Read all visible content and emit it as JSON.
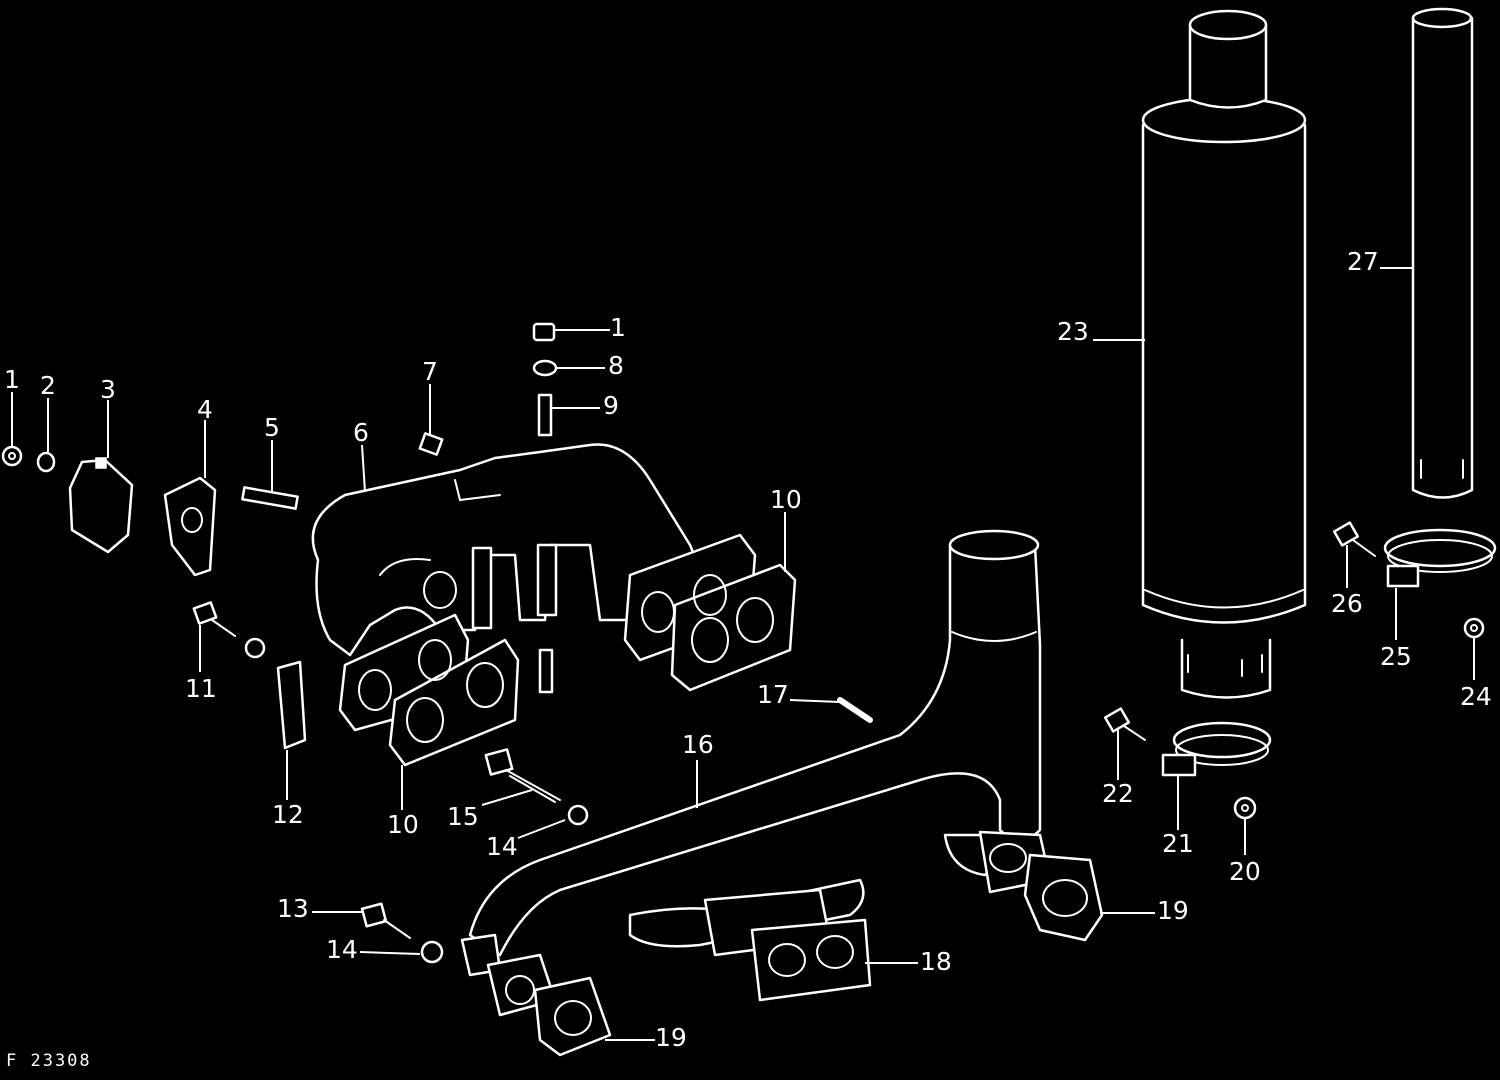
{
  "figure_ref": "F 23308",
  "callouts": [
    {
      "id": "c1a",
      "text": "1"
    },
    {
      "id": "c1b",
      "text": "1"
    },
    {
      "id": "c2",
      "text": "2"
    },
    {
      "id": "c3",
      "text": "3"
    },
    {
      "id": "c4",
      "text": "4"
    },
    {
      "id": "c5",
      "text": "5"
    },
    {
      "id": "c6",
      "text": "6"
    },
    {
      "id": "c7",
      "text": "7"
    },
    {
      "id": "c8",
      "text": "8"
    },
    {
      "id": "c9",
      "text": "9"
    },
    {
      "id": "c10a",
      "text": "10"
    },
    {
      "id": "c10b",
      "text": "10"
    },
    {
      "id": "c11",
      "text": "11"
    },
    {
      "id": "c12",
      "text": "12"
    },
    {
      "id": "c13",
      "text": "13"
    },
    {
      "id": "c14a",
      "text": "14"
    },
    {
      "id": "c14b",
      "text": "14"
    },
    {
      "id": "c15",
      "text": "15"
    },
    {
      "id": "c16",
      "text": "16"
    },
    {
      "id": "c17",
      "text": "17"
    },
    {
      "id": "c18",
      "text": "18"
    },
    {
      "id": "c19a",
      "text": "19"
    },
    {
      "id": "c19b",
      "text": "19"
    },
    {
      "id": "c20",
      "text": "20"
    },
    {
      "id": "c21",
      "text": "21"
    },
    {
      "id": "c22",
      "text": "22"
    },
    {
      "id": "c23",
      "text": "23"
    },
    {
      "id": "c24",
      "text": "24"
    },
    {
      "id": "c25",
      "text": "25"
    },
    {
      "id": "c26",
      "text": "26"
    },
    {
      "id": "c27",
      "text": "27"
    }
  ]
}
